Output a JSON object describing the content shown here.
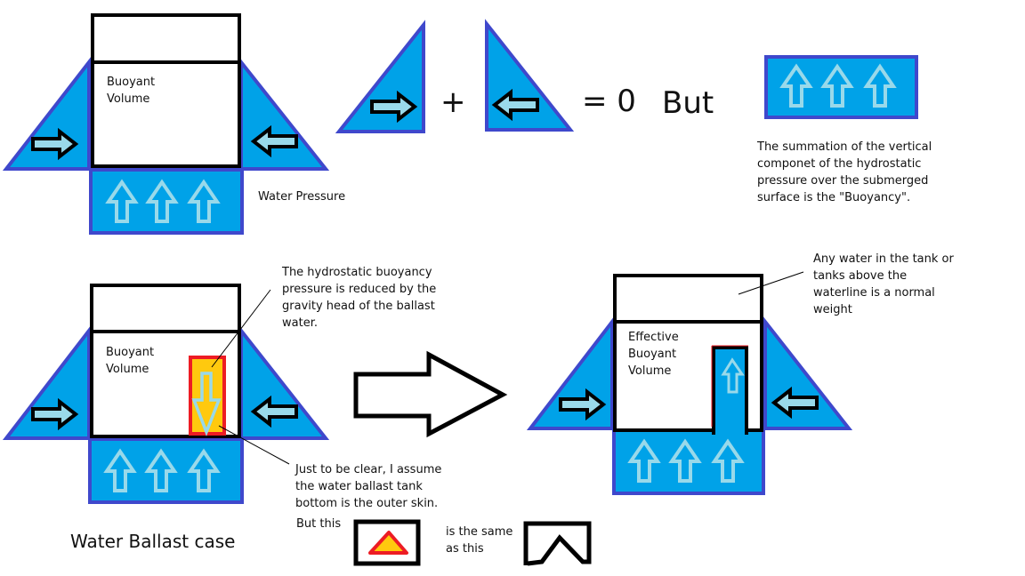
{
  "colors": {
    "water": "#00a2e8",
    "water_outline": "#3f48cc",
    "arrow_fill": "#99d9ea",
    "wall": "#000000",
    "ballast_fill": "#ffc90e",
    "ballast_outline": "#ed1c24",
    "background": "#ffffff"
  },
  "top_panel": {
    "hull_label": "Buoyant\nVolume",
    "water_pressure_label": "Water Pressure",
    "plus_sign": "+",
    "equals_zero": "= 0",
    "but_label": "But",
    "buoyancy_note": "The summation of the vertical\ncomponet of the hydrostatic\npressure over the submerged\nsurface is the \"Buoyancy\"."
  },
  "ballast_panel": {
    "hull_label": "Buoyant\nVolume",
    "hydrostatic_note": "The hydrostatic buoyancy\npressure is reduced by the\ngravity head of the ballast\nwater.",
    "clarification_note": "Just to be clear, I assume\nthe water ballast tank\nbottom is the outer skin.",
    "case_title": "Water Ballast case",
    "but_this_label": "But this",
    "same_as_label": "is the same\nas this"
  },
  "effective_panel": {
    "hull_label": "Effective\nBuoyant\nVolume",
    "weight_note": "Any water in the tank or\ntanks above the\nwaterline is a normal\nweight"
  }
}
